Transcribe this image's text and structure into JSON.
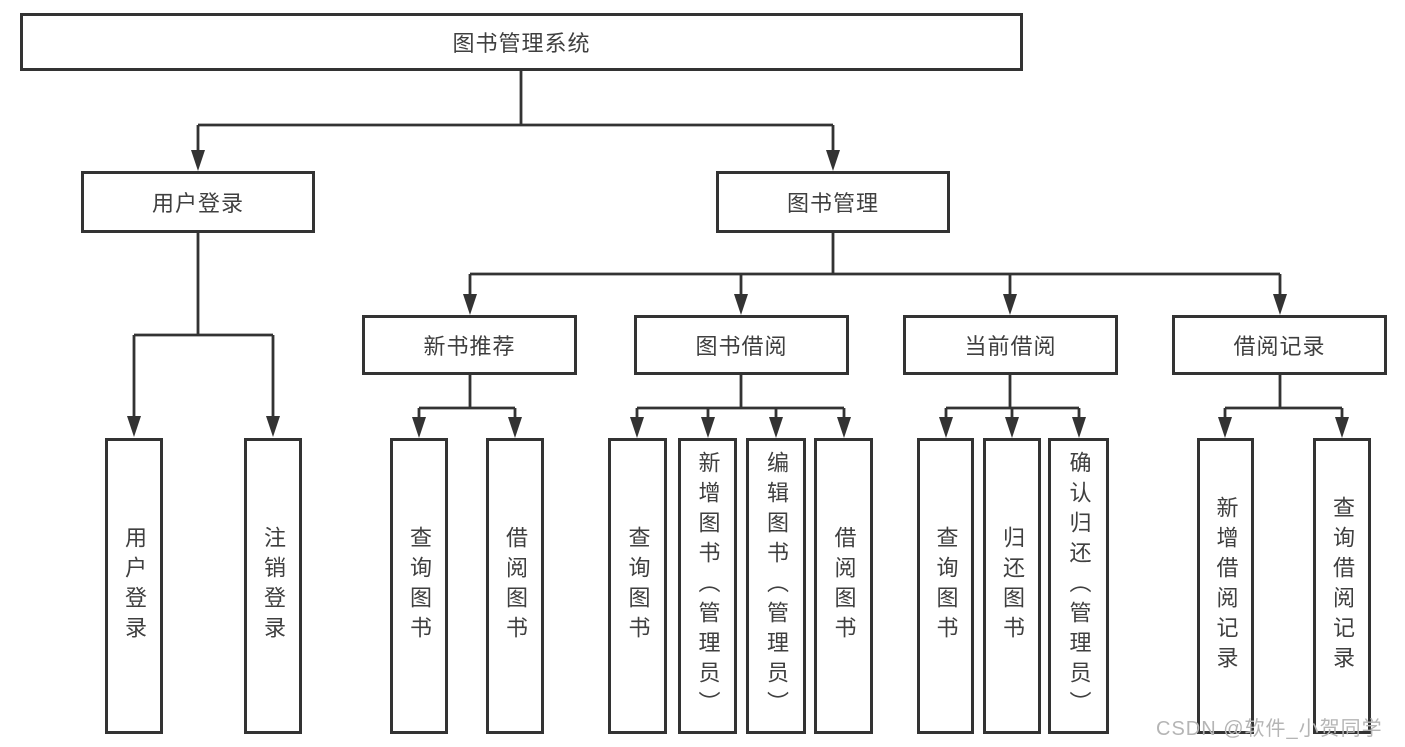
{
  "palette": {
    "line_color": "#333333",
    "text_color": "#3f3f3f",
    "background": "#ffffff",
    "watermark_color": "#b5b5b5"
  },
  "watermark": {
    "text": "CSDN @软件_小贺同学"
  },
  "tree": {
    "root": {
      "label": "图书管理系统"
    },
    "branches": [
      {
        "label": "用户登录",
        "children": [
          {
            "label": "用户登录"
          },
          {
            "label": "注销登录"
          }
        ]
      },
      {
        "label": "图书管理",
        "children": [
          {
            "label": "新书推荐",
            "children": [
              {
                "label": "查询图书"
              },
              {
                "label": "借阅图书"
              }
            ]
          },
          {
            "label": "图书借阅",
            "children": [
              {
                "label": "查询图书"
              },
              {
                "label": "新增图书（管理员）"
              },
              {
                "label": "编辑图书（管理员）"
              },
              {
                "label": "借阅图书"
              }
            ]
          },
          {
            "label": "当前借阅",
            "children": [
              {
                "label": "查询图书"
              },
              {
                "label": "归还图书"
              },
              {
                "label": "确认归还（管理员）"
              }
            ]
          },
          {
            "label": "借阅记录",
            "children": [
              {
                "label": "新增借阅记录"
              },
              {
                "label": "查询借阅记录"
              }
            ]
          }
        ]
      }
    ]
  }
}
